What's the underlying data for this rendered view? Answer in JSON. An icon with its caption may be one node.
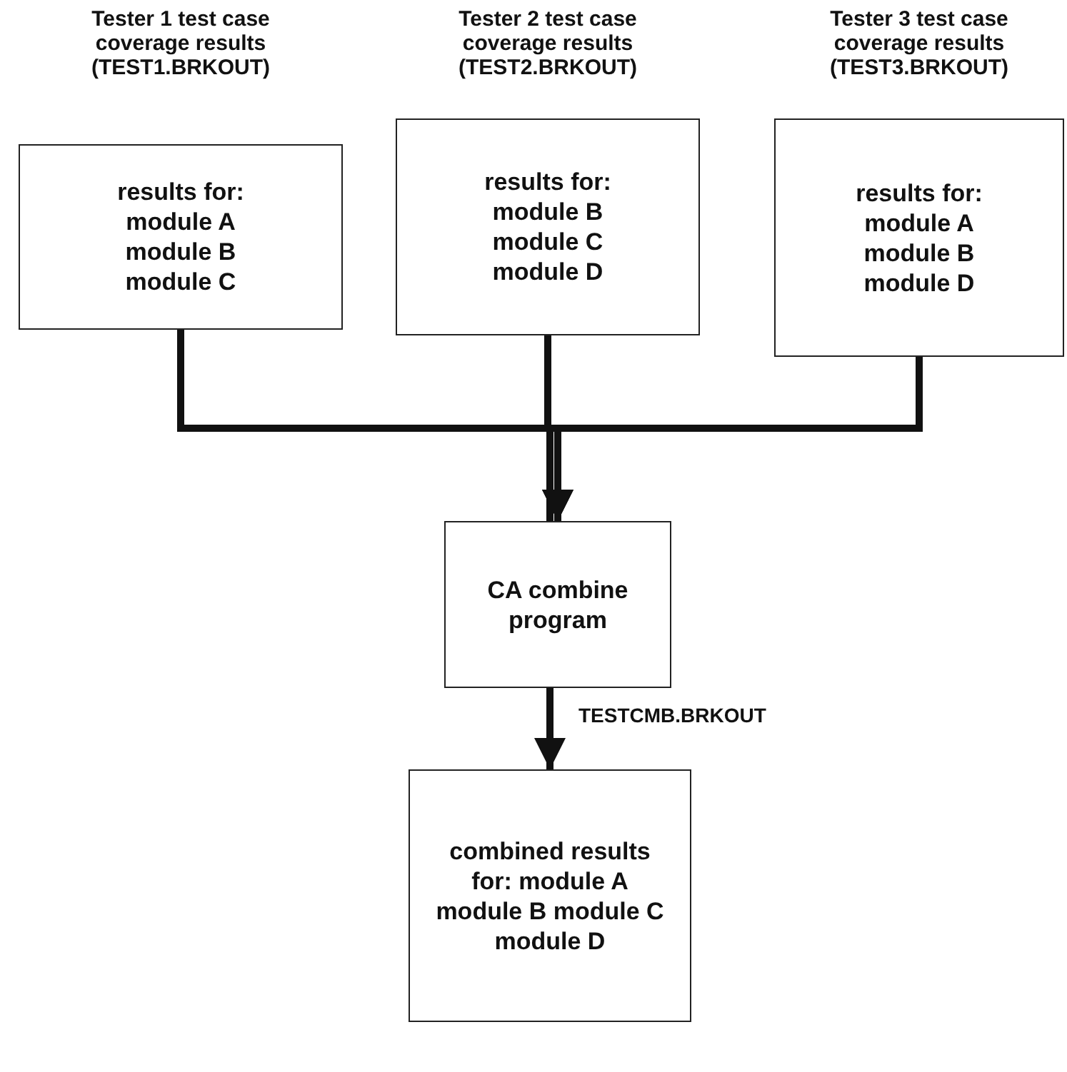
{
  "diagram": {
    "nodes": [
      {
        "text": [
          "Tester 1 test case coverage results (TEST1.BRKOUT)",
          "results for: module A module B module C"
        ]
      },
      {
        "text": [
          "Tester 2 test case coverage results (TEST2.BRKOUT)",
          "results for: module B module C module D"
        ]
      },
      {
        "text": [
          "Tester 3 test case coverage results (TEST3.BRKOUT)",
          "results for: module A module B module D"
        ]
      },
      {
        "text": [
          "CA combine program"
        ]
      },
      {
        "text": [
          "combined results for: module A module B module C module D"
        ]
      }
    ],
    "edges": [
      {
        "from": 0,
        "to": 3,
        "arrow": "to"
      },
      {
        "from": 1,
        "to": 3,
        "arrow": "to"
      },
      {
        "from": 2,
        "to": 3,
        "arrow": "to"
      },
      {
        "from": 3,
        "to": 4,
        "arrow": "to",
        "label": "TESTCMB.BRKOUT"
      }
    ]
  }
}
